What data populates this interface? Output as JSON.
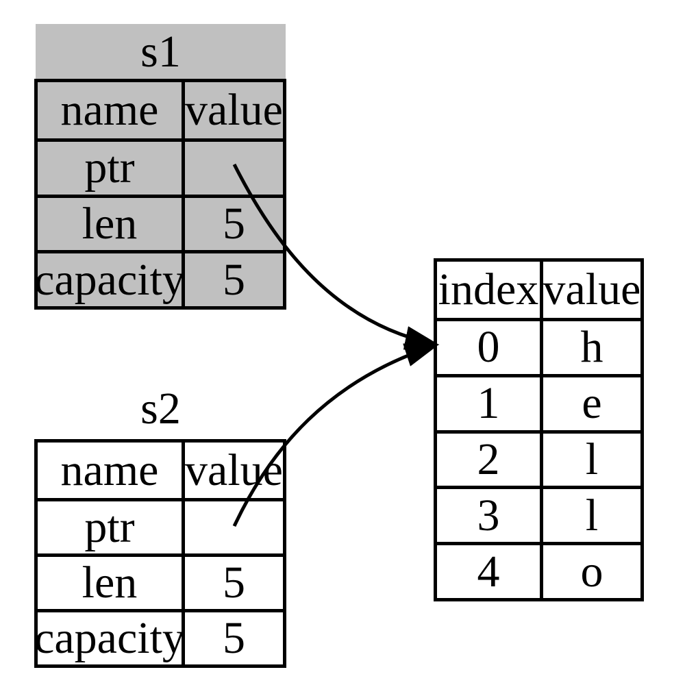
{
  "diagram_title": "rust-string-move-memory-diagram",
  "s1": {
    "title": "s1",
    "columns": [
      "name",
      "value"
    ],
    "rows": [
      [
        "ptr",
        ""
      ],
      [
        "len",
        "5"
      ],
      [
        "capacity",
        "5"
      ]
    ],
    "state": "invalidated"
  },
  "s2": {
    "title": "s2",
    "columns": [
      "name",
      "value"
    ],
    "rows": [
      [
        "ptr",
        ""
      ],
      [
        "len",
        "5"
      ],
      [
        "capacity",
        "5"
      ]
    ],
    "state": "valid"
  },
  "heap": {
    "columns": [
      "index",
      "value"
    ],
    "rows": [
      [
        "0",
        "h"
      ],
      [
        "1",
        "e"
      ],
      [
        "2",
        "l"
      ],
      [
        "3",
        "l"
      ],
      [
        "4",
        "o"
      ]
    ]
  },
  "colors": {
    "invalidated_fill": "#c0c0c0",
    "table_fill": "#ffffff",
    "line": "#000000",
    "background": "#ffffff"
  }
}
